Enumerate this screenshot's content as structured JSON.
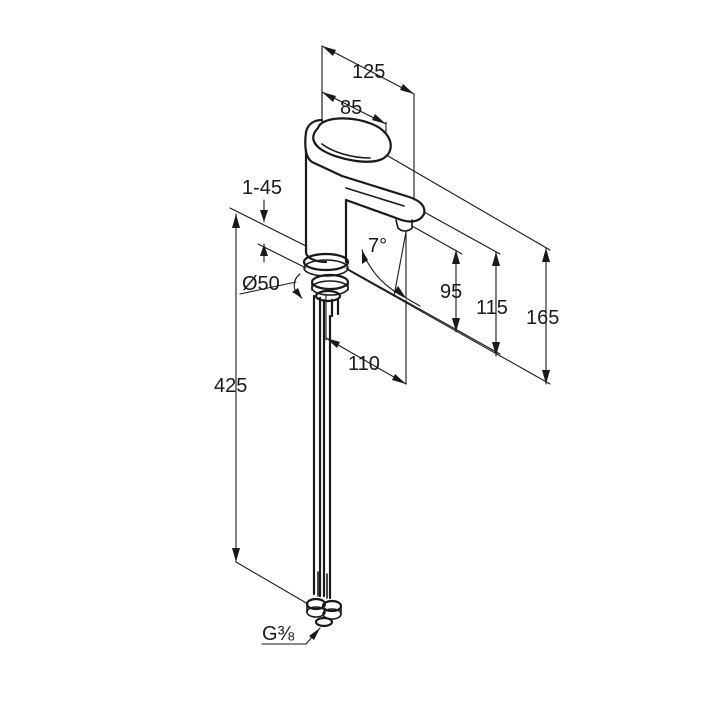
{
  "dimensions": {
    "overall_width": "125",
    "handle_width": "85",
    "thickness_range": "1-45",
    "tilt_angle": "7°",
    "base_diameter": "Ø50",
    "spout_height": "95",
    "mid_height": "115",
    "total_height": "165",
    "spout_reach": "110",
    "hose_length": "425",
    "thread": "G⅜"
  }
}
